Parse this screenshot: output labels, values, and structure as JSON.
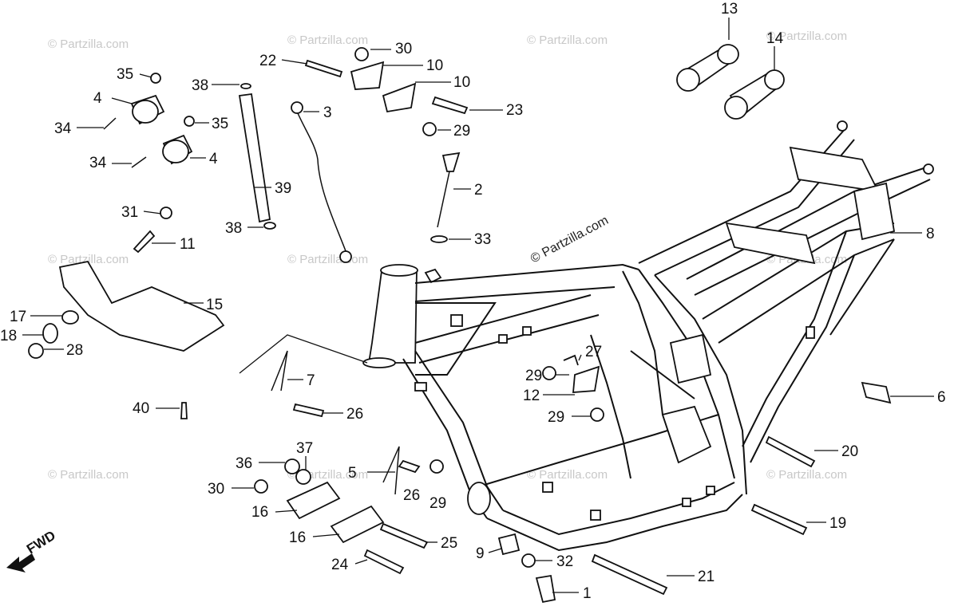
{
  "watermarks": {
    "faint": "© Partzilla.com",
    "center": "© Partzilla.com"
  },
  "fwd_label": "FWD",
  "callouts": {
    "c1": "1",
    "c2": "2",
    "c3": "3",
    "c4a": "4",
    "c4b": "4",
    "c5": "5",
    "c6": "6",
    "c7": "7",
    "c8": "8",
    "c9": "9",
    "c10a": "10",
    "c10b": "10",
    "c11": "11",
    "c12": "12",
    "c13": "13",
    "c14": "14",
    "c15": "15",
    "c16a": "16",
    "c16b": "16",
    "c17": "17",
    "c18": "18",
    "c19": "19",
    "c20": "20",
    "c21": "21",
    "c22": "22",
    "c23": "23",
    "c24": "24",
    "c25": "25",
    "c26a": "26",
    "c26b": "26",
    "c27": "27",
    "c28": "28",
    "c29a": "29",
    "c29b": "29",
    "c29c": "29",
    "c29d": "29",
    "c30a": "30",
    "c30b": "30",
    "c31": "31",
    "c32": "32",
    "c33": "33",
    "c34a": "34",
    "c34b": "34",
    "c35a": "35",
    "c35b": "35",
    "c36": "36",
    "c37": "37",
    "c38a": "38",
    "c38b": "38",
    "c39": "39",
    "c40": "40"
  }
}
